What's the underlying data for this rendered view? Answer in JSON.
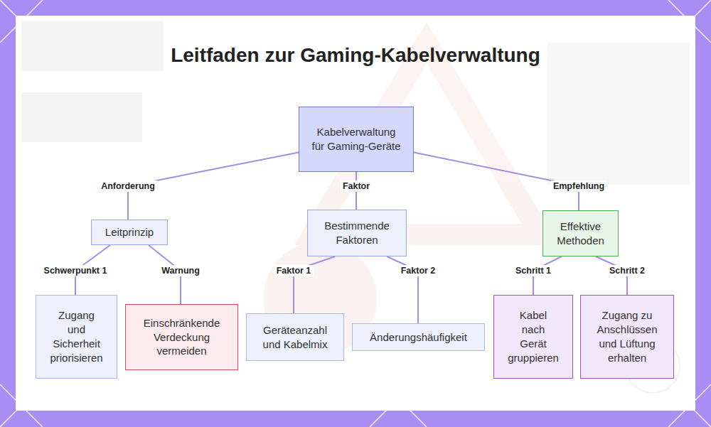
{
  "diagram": {
    "title": "Leitfaden zur Gaming-Kabelverwaltung",
    "nodes": [
      {
        "text": [
          "Kabelverwaltung für Gaming-Geräte"
        ]
      },
      {
        "text": [
          "Leitprinzip"
        ]
      },
      {
        "text": [
          "Bestimmende Faktoren"
        ]
      },
      {
        "text": [
          "Effektive Methoden"
        ]
      },
      {
        "text": [
          "Zugang und Sicherheit priorisieren"
        ]
      },
      {
        "text": [
          "Einschränkende Verdeckung vermeiden"
        ]
      },
      {
        "text": [
          "Geräteanzahl und Kabelmix"
        ]
      },
      {
        "text": [
          "Änderungshäufigkeit"
        ]
      },
      {
        "text": [
          "Kabel nach Gerät gruppieren"
        ]
      },
      {
        "text": [
          "Zugang zu Anschlüssen und Lüftung erhalten"
        ]
      }
    ],
    "edges": [
      {
        "from": 0,
        "to": 1,
        "arrow": "none",
        "label": "Anforderung"
      },
      {
        "from": 0,
        "to": 2,
        "arrow": "none",
        "label": "Faktor"
      },
      {
        "from": 0,
        "to": 3,
        "arrow": "none",
        "label": "Empfehlung"
      },
      {
        "from": 1,
        "to": 4,
        "arrow": "none",
        "label": "Schwerpunkt 1"
      },
      {
        "from": 1,
        "to": 5,
        "arrow": "none",
        "label": "Warnung"
      },
      {
        "from": 2,
        "to": 6,
        "arrow": "none",
        "label": "Faktor 1"
      },
      {
        "from": 2,
        "to": 7,
        "arrow": "none",
        "label": "Faktor 2"
      },
      {
        "from": 3,
        "to": 8,
        "arrow": "none",
        "label": "Schritt 1"
      },
      {
        "from": 3,
        "to": 9,
        "arrow": "none",
        "label": "Schritt 2"
      }
    ]
  }
}
